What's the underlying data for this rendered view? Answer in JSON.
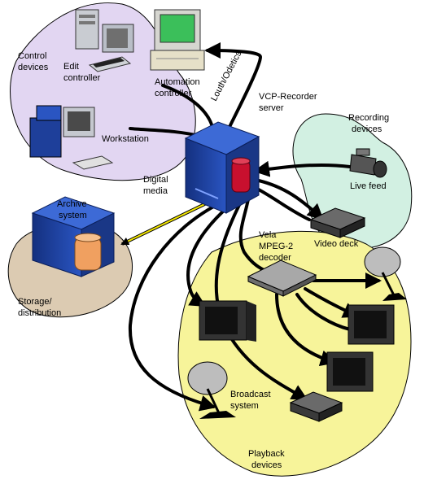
{
  "labels": {
    "control_devices": [
      "Control",
      "devices"
    ],
    "edit_controller": [
      "Edit",
      "controller"
    ],
    "automation_controller": [
      "Automation",
      "controller"
    ],
    "louth_odetics": "Louth/Odetics",
    "vcp_server": [
      "VCP-Recorder",
      "server"
    ],
    "workstation": "Workstation",
    "recording_devices": [
      "Recording",
      "devices"
    ],
    "digital_media": [
      "Digital",
      "media"
    ],
    "live_feed": "Live feed",
    "archive_system": [
      "Archive",
      "system"
    ],
    "video_deck": "Video deck",
    "vela_decoder": [
      "Vela",
      "MPEG-2",
      "decoder"
    ],
    "storage_distribution": [
      "Storage/",
      "distribution"
    ],
    "broadcast_system": [
      "Broadcast",
      "system"
    ],
    "playback_devices": [
      "Playback",
      "devices"
    ]
  },
  "colors": {
    "control_region": "#e2d6f2",
    "recording_region": "#d2f0e2",
    "storage_region": "#dccbb2",
    "playback_region": "#f7f49a",
    "server_blue": "#1e3f9a",
    "media_red": "#c8102e",
    "archive_media": "#f0a060",
    "yellow_link": "#f3e600"
  }
}
